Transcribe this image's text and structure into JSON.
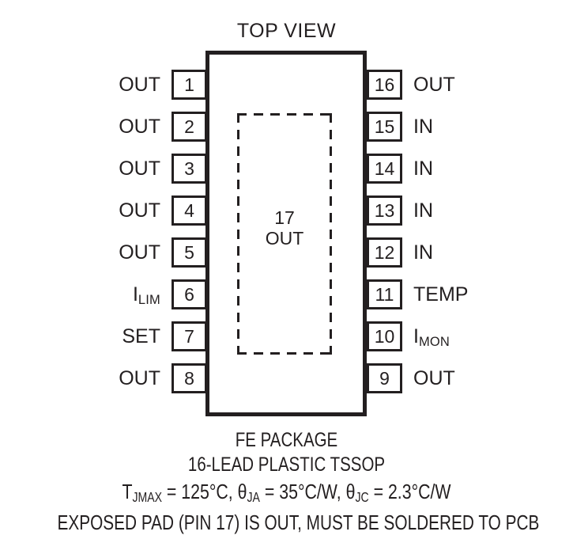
{
  "title": "TOP VIEW",
  "package": {
    "body_label_number": "17",
    "body_label_name": "OUT"
  },
  "pins": {
    "left": [
      {
        "number": "1",
        "label": "OUT",
        "sub": ""
      },
      {
        "number": "2",
        "label": "OUT",
        "sub": ""
      },
      {
        "number": "3",
        "label": "OUT",
        "sub": ""
      },
      {
        "number": "4",
        "label": "OUT",
        "sub": ""
      },
      {
        "number": "5",
        "label": "OUT",
        "sub": ""
      },
      {
        "number": "6",
        "label": "I",
        "sub": "LIM"
      },
      {
        "number": "7",
        "label": "SET",
        "sub": ""
      },
      {
        "number": "8",
        "label": "OUT",
        "sub": ""
      }
    ],
    "right": [
      {
        "number": "16",
        "label": "OUT",
        "sub": ""
      },
      {
        "number": "15",
        "label": "IN",
        "sub": ""
      },
      {
        "number": "14",
        "label": "IN",
        "sub": ""
      },
      {
        "number": "13",
        "label": "IN",
        "sub": ""
      },
      {
        "number": "12",
        "label": "IN",
        "sub": ""
      },
      {
        "number": "11",
        "label": "TEMP",
        "sub": ""
      },
      {
        "number": "10",
        "label": "I",
        "sub": "MON"
      },
      {
        "number": "9",
        "label": "OUT",
        "sub": ""
      }
    ]
  },
  "caption": {
    "package_name": "FE PACKAGE",
    "package_type": "16-LEAD PLASTIC TSSOP",
    "thermal": {
      "tjmax_symbol": "T",
      "tjmax_sub": "JMAX",
      "tjmax_value": " = 125°C, ",
      "theta_ja_symbol": "θ",
      "theta_ja_sub": "JA",
      "theta_ja_value": " = 35°C/W, ",
      "theta_jc_symbol": "θ",
      "theta_jc_sub": "JC",
      "theta_jc_value": " = 2.3°C/W"
    },
    "exposed_pad_note": "EXPOSED PAD (PIN 17) IS OUT, MUST BE SOLDERED TO PCB"
  },
  "colors": {
    "ink": "#231f20",
    "background": "#ffffff"
  }
}
